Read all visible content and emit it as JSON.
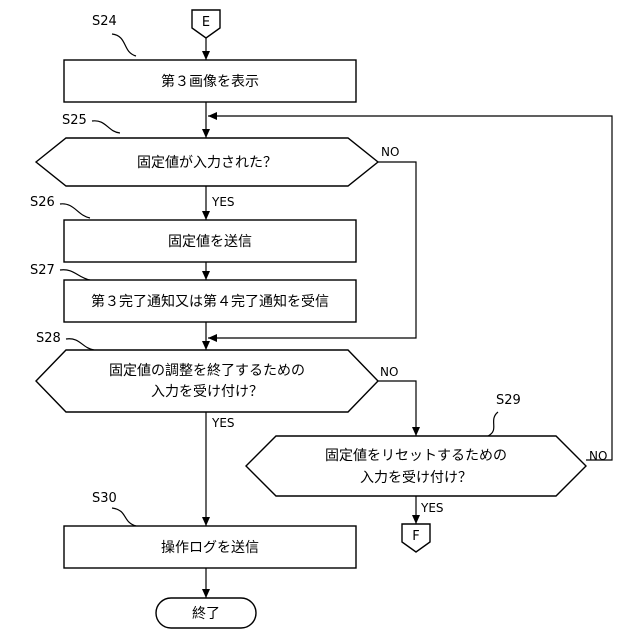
{
  "connectors": {
    "entry": "E",
    "exit": "F"
  },
  "steps": {
    "s24": "S24",
    "s25": "S25",
    "s26": "S26",
    "s27": "S27",
    "s28": "S28",
    "s29": "S29",
    "s30": "S30"
  },
  "nodes": {
    "display_third_image": "第３画像を表示",
    "fixed_value_input": "固定値が入力された？",
    "send_fixed_value": "固定値を送信",
    "receive_completion": "第３完了通知又は第４完了通知を受信",
    "end_adjustment_line1": "固定値の調整を終了するための",
    "end_adjustment_line2": "入力を受け付け？",
    "reset_line1": "固定値をリセットするための",
    "reset_line2": "入力を受け付け？",
    "send_log": "操作ログを送信",
    "end": "終了"
  },
  "branches": {
    "s25_no": "NO",
    "s25_yes": "YES",
    "s28_no": "NO",
    "s28_yes": "YES",
    "s29_no": "NO",
    "s29_yes": "YES"
  }
}
